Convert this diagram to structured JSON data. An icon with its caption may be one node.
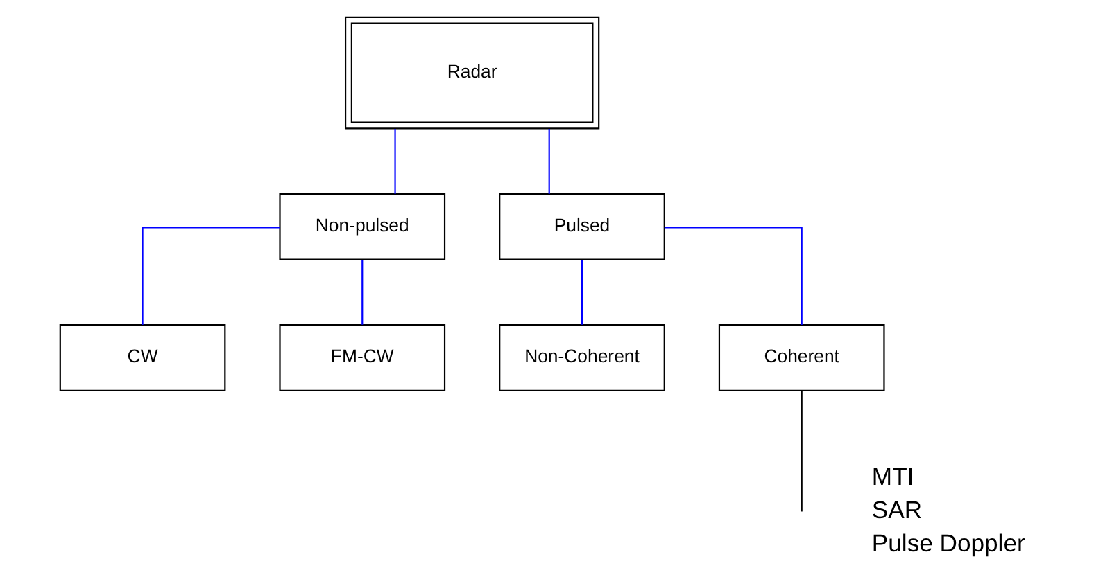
{
  "diagram": {
    "nodes": [
      {
        "text": [
          "Radar"
        ]
      },
      {
        "text": [
          "Non-pulsed"
        ]
      },
      {
        "text": [
          "Pulsed"
        ]
      },
      {
        "text": [
          "CW"
        ]
      },
      {
        "text": [
          "FM-CW"
        ]
      },
      {
        "text": [
          "Non-Coherent"
        ]
      },
      {
        "text": [
          "Coherent"
        ]
      }
    ],
    "edges": [
      {
        "from": 0,
        "to": 1,
        "arrow": "none"
      },
      {
        "from": 0,
        "to": 2,
        "arrow": "none"
      },
      {
        "from": 1,
        "to": 3,
        "arrow": "none"
      },
      {
        "from": 1,
        "to": 4,
        "arrow": "none"
      },
      {
        "from": 2,
        "to": 5,
        "arrow": "none"
      },
      {
        "from": 2,
        "to": 6,
        "arrow": "none"
      },
      {
        "from": 6,
        "to": null,
        "arrow": "none",
        "color": "#000000"
      }
    ],
    "labels": [
      "MTI",
      "SAR",
      "Pulse Doppler"
    ]
  }
}
